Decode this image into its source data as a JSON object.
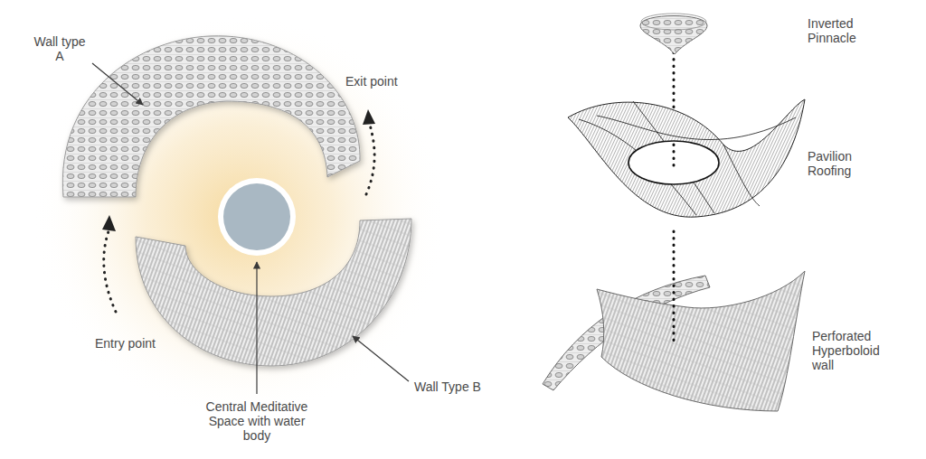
{
  "diagram": {
    "labels": [
      "Wall type A",
      "Exit point",
      "Inverted Pinnacle",
      "Pavilion Roofing",
      "Entry point",
      "Perforated Hyperboloid wall",
      "Wall Type B",
      "Central Meditative Space with water body"
    ]
  }
}
